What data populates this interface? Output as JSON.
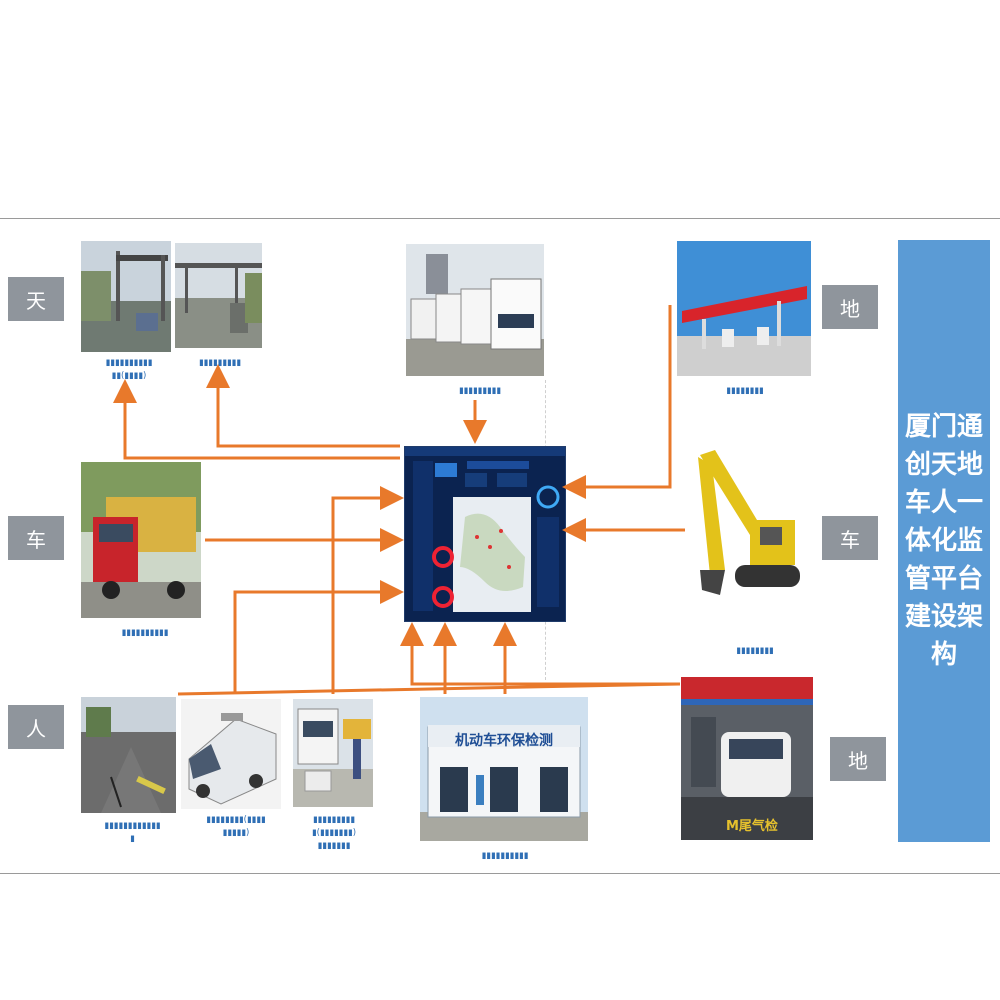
{
  "title": "厦门通创天地车人一体化监管平台建设架构",
  "labels": {
    "tian": "天",
    "di_top": "地",
    "che_left": "车",
    "che_right": "车",
    "ren": "人",
    "di_bottom": "地"
  },
  "inspection_station_sign": "机动车环保检测",
  "bay_sign": "M尾气检",
  "colors": {
    "arrow": "#e8792b",
    "title_bg": "#5b9bd5",
    "tag_bg": "#8f959c",
    "caption": "#2f6fb5"
  }
}
